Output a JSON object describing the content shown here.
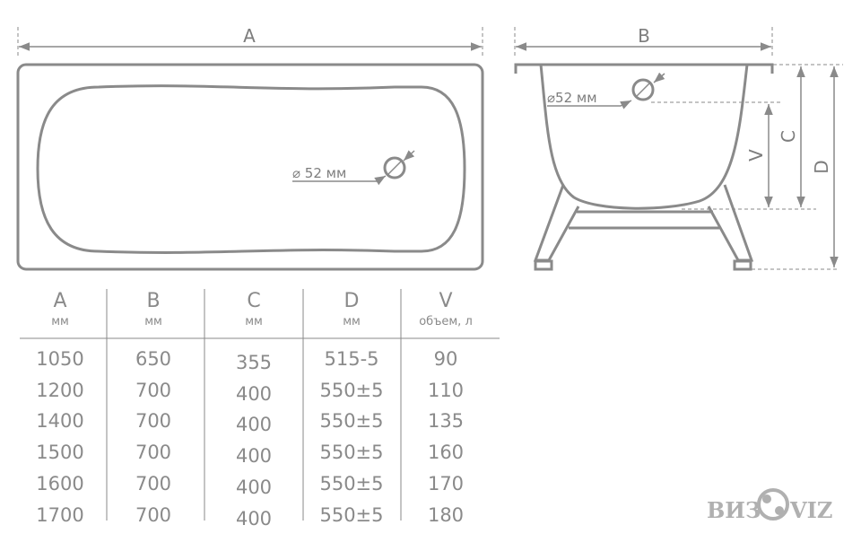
{
  "top_view": {
    "dim_label": "A",
    "drain_label": "⌀ 52 мм"
  },
  "side_view": {
    "width_label": "B",
    "drain_label": "⌀52 мм",
    "v_label": "V",
    "c_label": "C",
    "d_label": "D"
  },
  "table": {
    "headers": [
      {
        "letter": "A",
        "unit": "мм"
      },
      {
        "letter": "B",
        "unit": "мм"
      },
      {
        "letter": "C",
        "unit": "мм"
      },
      {
        "letter": "D",
        "unit": "мм"
      },
      {
        "letter": "V",
        "unit": "объем, л"
      }
    ],
    "rows": [
      [
        "1050",
        "650",
        "355",
        "515-5",
        "90"
      ],
      [
        "1200",
        "700",
        "400",
        "550±5",
        "110"
      ],
      [
        "1400",
        "700",
        "400",
        "550±5",
        "135"
      ],
      [
        "1500",
        "700",
        "400",
        "550±5",
        "160"
      ],
      [
        "1600",
        "700",
        "400",
        "550±5",
        "170"
      ],
      [
        "1700",
        "700",
        "400",
        "550±5",
        "180"
      ]
    ]
  },
  "logo": {
    "left": "ВИЗ",
    "right": "VIZ"
  }
}
